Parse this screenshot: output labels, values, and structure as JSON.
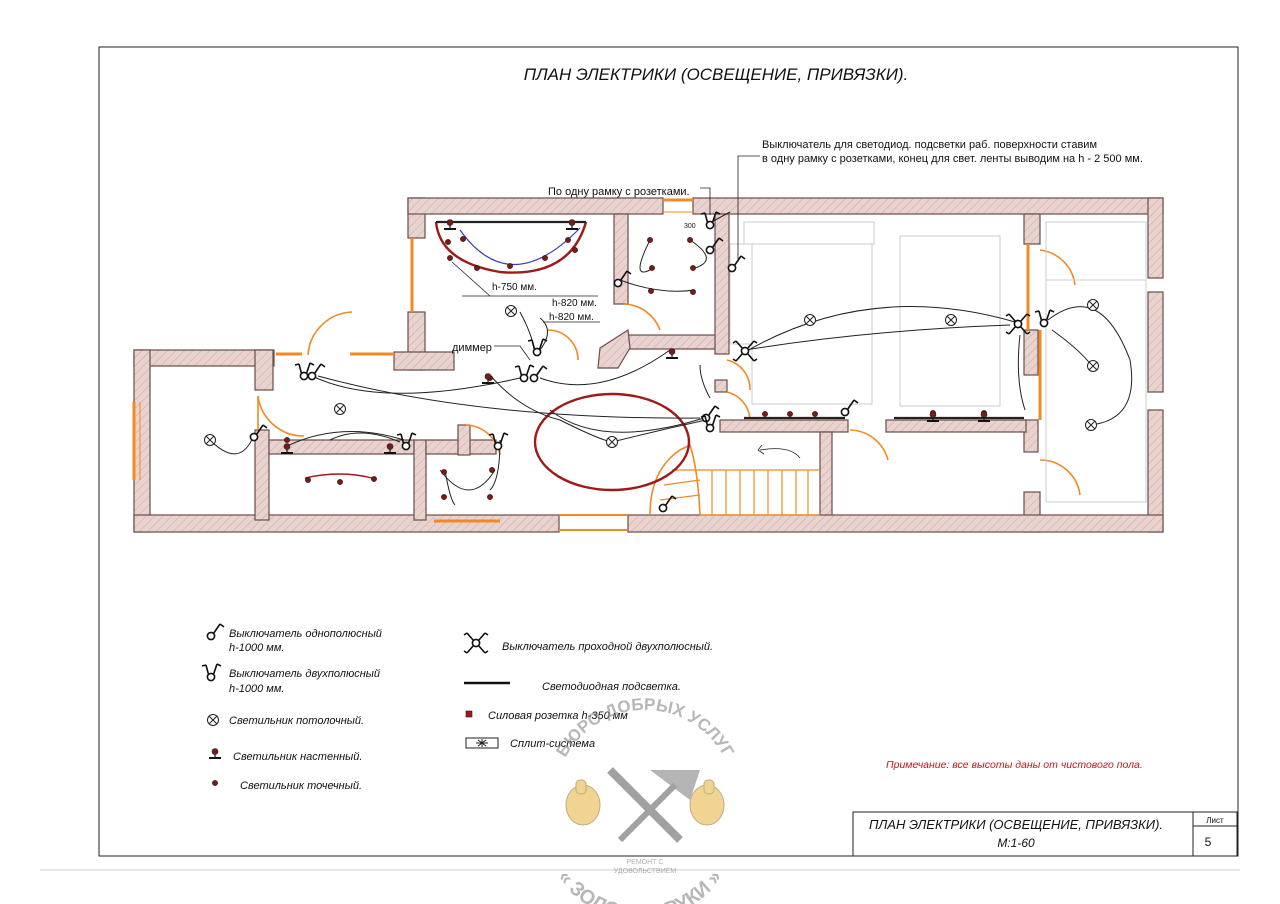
{
  "title": "ПЛАН ЭЛЕКТРИКИ (ОСВЕЩЕНИЕ, ПРИВЯЗКИ).",
  "annotations": {
    "note_top_right_line1": "Выключатель для светодиод. подсветки раб. поверхности ставим",
    "note_top_right_line2": "в одну рамку с розетками, конец для свет. ленты выводим на h - 2 500 мм.",
    "one_frame": "По одну рамку с розетками.",
    "dim_300": "300",
    "h750": "h-750 мм.",
    "h820a": "h-820 мм.",
    "h820b": "h-820 мм.",
    "dimmer": "диммер"
  },
  "legend": {
    "switch_single_1": "Выключатель однополюсный",
    "switch_single_2": "h-1000  мм.",
    "switch_double_1": "Выключатель двухполюсный",
    "switch_double_2": "h-1000  мм.",
    "ceiling_light": "Светильник потолочный.",
    "wall_light": "Светильник настенный.",
    "spot_light": "Светильник точечный.",
    "pass_switch": "Выключатель проходной двухполюсный.",
    "led_strip": "Светодиодная подсветка.",
    "socket": "Силовая розетка  h-350  мм",
    "split": "Сплит-система"
  },
  "note": "Примечание: все высоты даны от чистового пола.",
  "title_block": {
    "name": "ПЛАН ЭЛЕКТРИКИ (ОСВЕЩЕНИЕ, ПРИВЯЗКИ).",
    "scale": "М:1-60",
    "sheet_label": "Лист",
    "sheet_number": "5"
  },
  "watermark": {
    "top_arc": "БЮРО ДОБРЫХ УСЛУГ",
    "bottom_arc": "« ЗОЛОТЫЕ РУКИ »",
    "tagline_1": "РЕМОНТ С",
    "tagline_2": "УДОВОЛЬСТВИЕМ"
  },
  "colors": {
    "wall_fill": "#e9d3cf",
    "wall_stroke": "#6b4d49",
    "door_orange": "#f08a24",
    "led_red": "#a01818",
    "note_red": "#c0161b",
    "watermark_gray": "#9a9a9a"
  }
}
